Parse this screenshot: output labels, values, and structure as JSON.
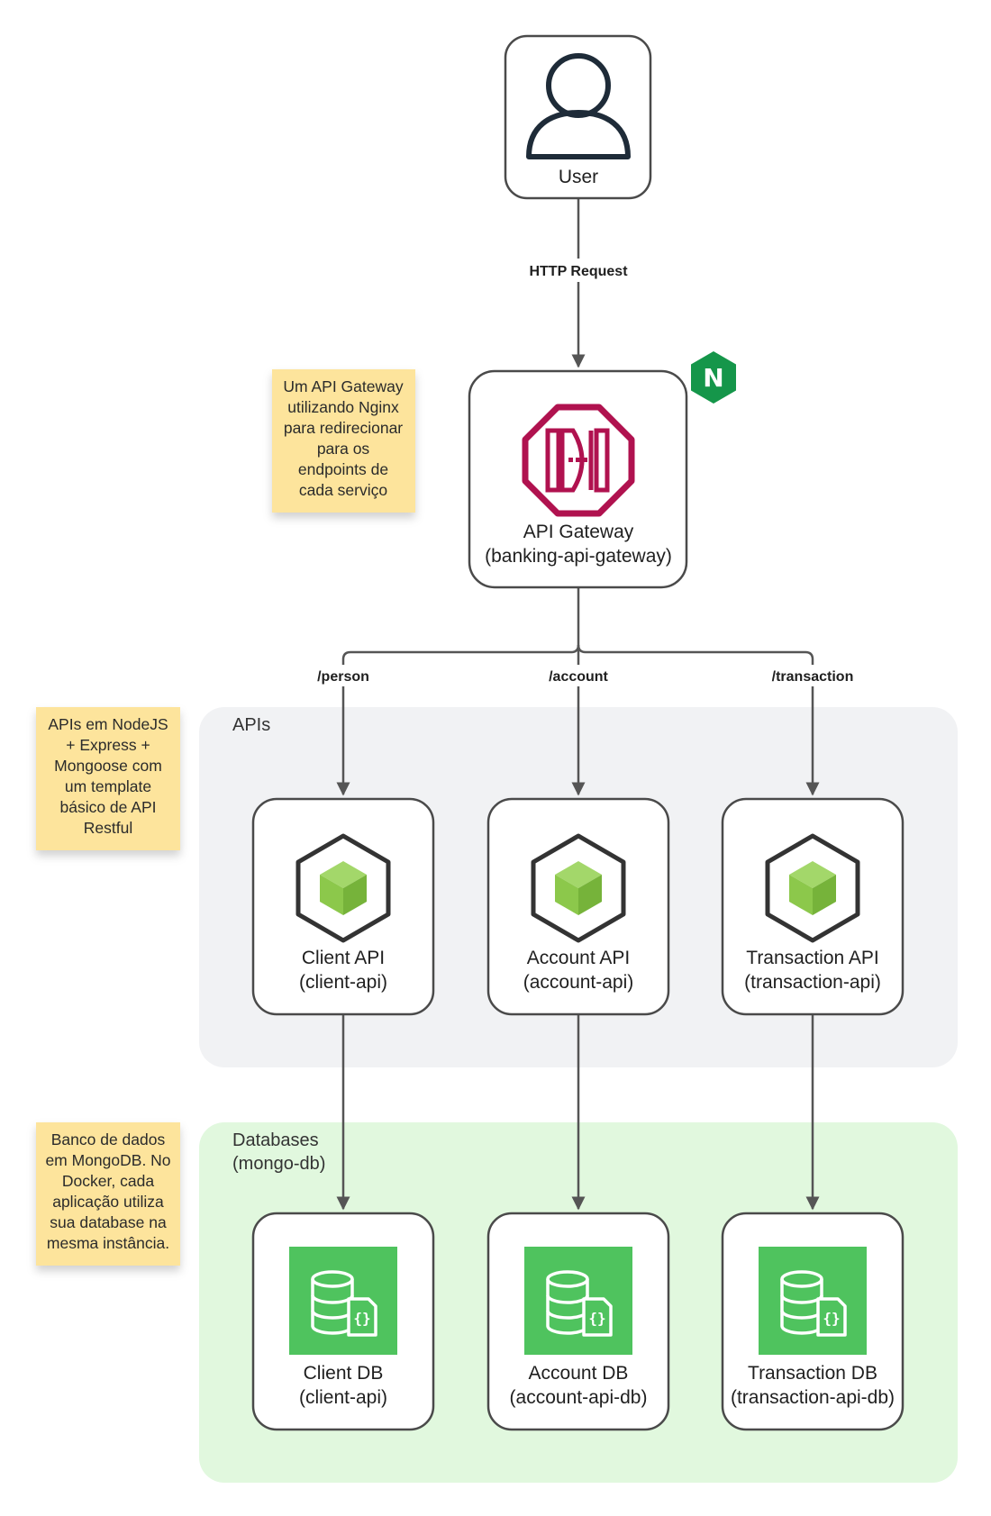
{
  "colors": {
    "edge": "#555555",
    "node_border": "#4a4a4a",
    "apis_group_bg": "#f1f2f4",
    "databases_group_bg": "#e1f8de",
    "note_bg": "#fde49c",
    "gateway_icon": "#b0124f",
    "nginx_badge": "#15964a",
    "node_green": "#8cc84b",
    "db_green": "#4fc35e"
  },
  "nodes": {
    "user": {
      "label": "User",
      "icon": "user-icon"
    },
    "gateway": {
      "line1": "API Gateway",
      "line2": "(banking-api-gateway)",
      "icon": "api-gateway-icon",
      "badge": "N",
      "badge_icon": "nginx-logo-icon"
    },
    "client_api": {
      "line1": "Client API",
      "line2": "(client-api)",
      "icon": "nodejs-icon"
    },
    "account_api": {
      "line1": "Account API",
      "line2": "(account-api)",
      "icon": "nodejs-icon"
    },
    "transaction_api": {
      "line1": "Transaction API",
      "line2": "(transaction-api)",
      "icon": "nodejs-icon"
    },
    "client_db": {
      "line1": "Client DB",
      "line2": "(client-api)",
      "icon": "database-icon"
    },
    "account_db": {
      "line1": "Account DB",
      "line2": "(account-api-db)",
      "icon": "database-icon"
    },
    "transaction_db": {
      "line1": "Transaction DB",
      "line2": "(transaction-api-db)",
      "icon": "database-icon"
    }
  },
  "edges": {
    "http_request": "HTTP Request",
    "person": "/person",
    "account": "/account",
    "transaction": "/transaction"
  },
  "groups": {
    "apis": {
      "label": "APIs"
    },
    "databases": {
      "line1": "Databases",
      "line2": "(mongo-db)"
    }
  },
  "notes": {
    "gateway": [
      "Um API Gateway",
      "utilizando Nginx",
      "para redirecionar",
      "para os",
      "endpoints de",
      "cada serviço"
    ],
    "apis": [
      "APIs em NodeJS",
      "+ Express +",
      "Mongoose com",
      "um template",
      "básico de API",
      "Restful"
    ],
    "databases": [
      "Banco de dados",
      "em MongoDB. No",
      "Docker, cada",
      "aplicação utiliza",
      "sua database na",
      "mesma instância."
    ]
  }
}
